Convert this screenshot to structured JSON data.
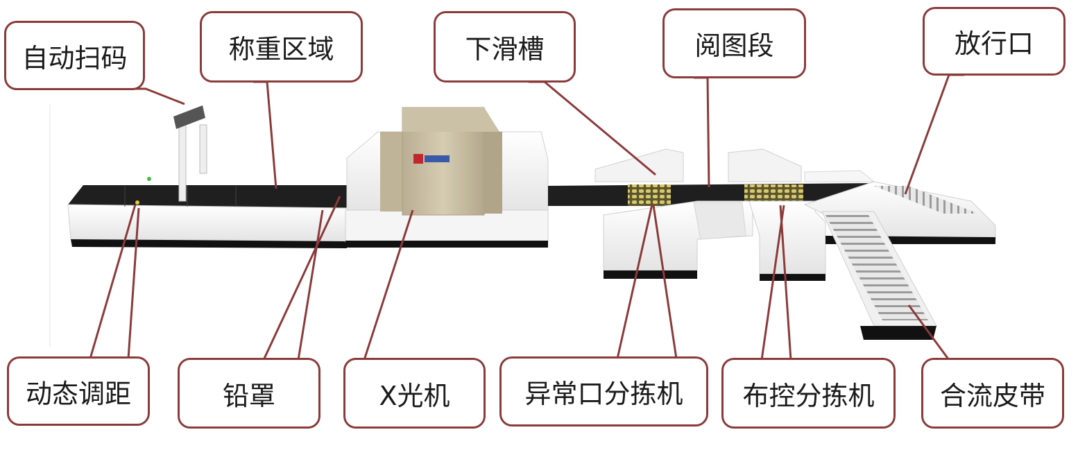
{
  "labels": {
    "auto_scan": "自动扫码",
    "weighing_area": "称重区域",
    "lower_chute": "下滑槽",
    "image_review": "阅图段",
    "release_exit": "放行口",
    "dynamic_spacing": "动态调距",
    "lead_cover": "铅罩",
    "xray_machine": "X光机",
    "exception_sorter": "异常口分拣机",
    "control_sorter": "布控分拣机",
    "merge_belt": "合流皮带"
  },
  "colors": {
    "callout_border": "#8b3a3a",
    "leader_line": "#8b3a3a",
    "belt": "#2a2a2a",
    "machine_body": "#f2f2f2",
    "xray_cover": "#cfc4a8",
    "sorter_rollers": "#c9b860"
  }
}
